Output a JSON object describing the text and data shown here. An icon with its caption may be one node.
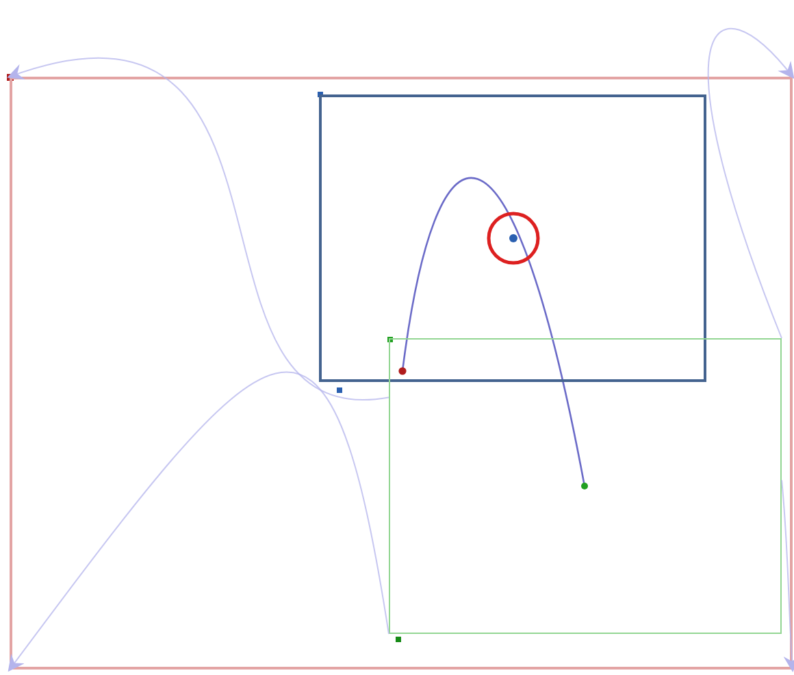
{
  "diagram": {
    "nodes": [
      {
        "text": [],
        "shape": "box"
      },
      {
        "text": [],
        "shape": "box",
        "in": 0
      },
      {
        "text": [],
        "shape": "box",
        "in": 0
      }
    ],
    "edges": [
      {
        "from": 2,
        "to": 0,
        "arrow": "to"
      },
      {
        "from": 2,
        "to": 0,
        "arrow": "to"
      },
      {
        "from": 2,
        "to": 0,
        "arrow": "to"
      },
      {
        "from": 2,
        "to": 0,
        "arrow": "to"
      }
    ]
  }
}
